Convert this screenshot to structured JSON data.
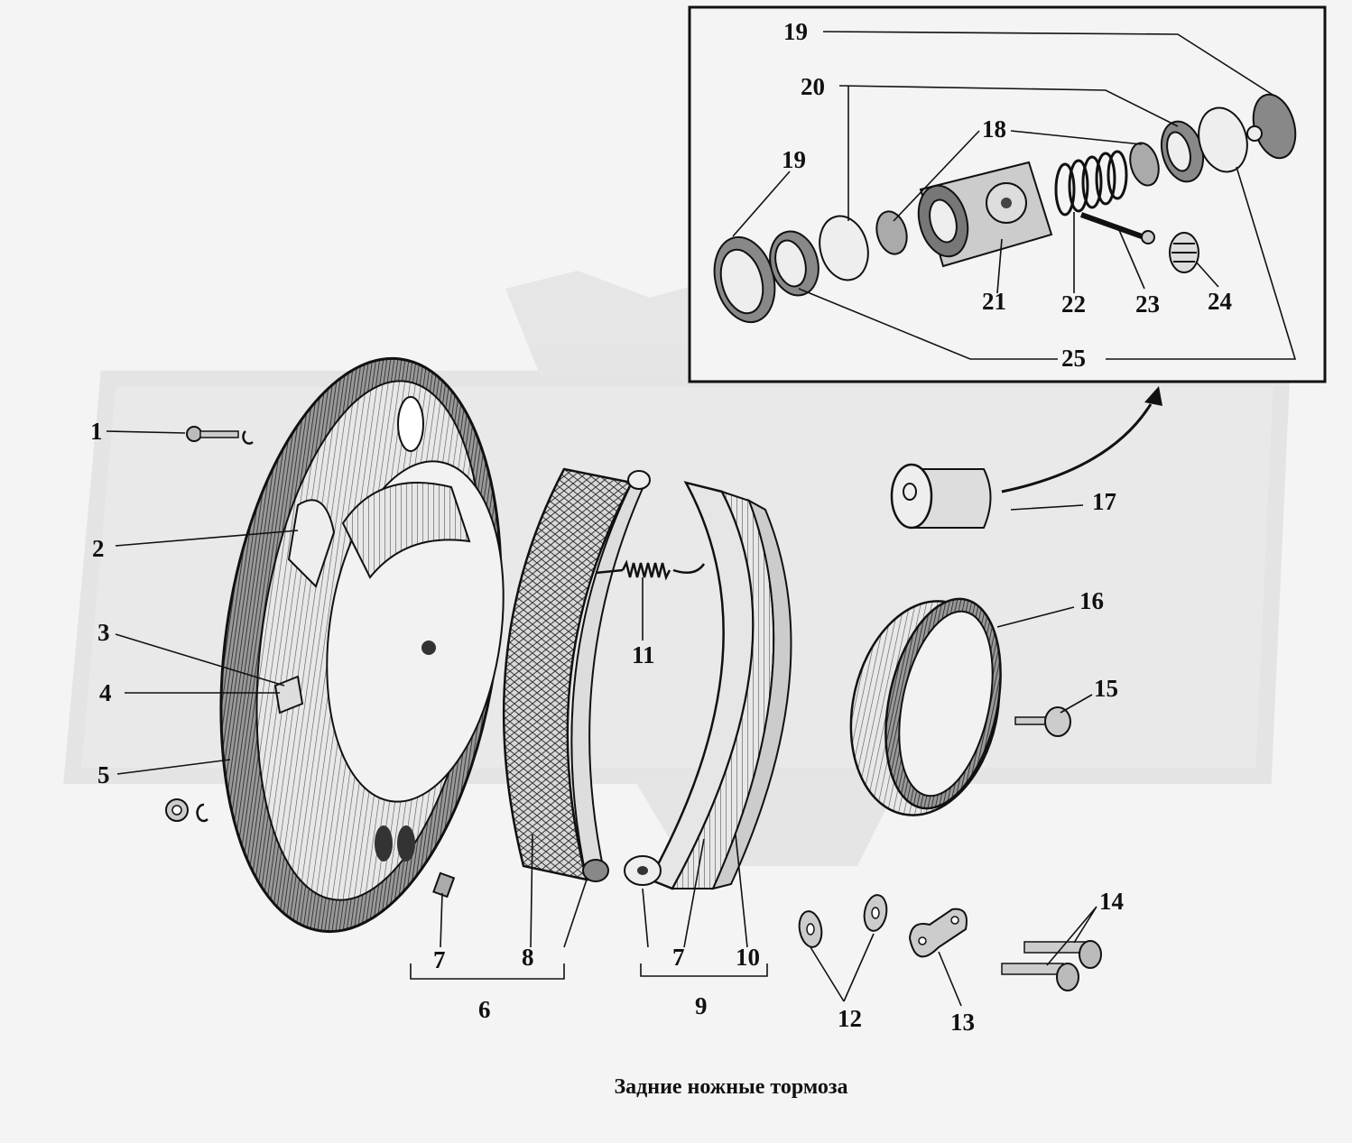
{
  "caption": "Задние ножные тормоза",
  "labels": {
    "l1": "1",
    "l2": "2",
    "l3": "3",
    "l4": "4",
    "l5": "5",
    "l6": "6",
    "l7a": "7",
    "l7b": "7",
    "l8": "8",
    "l9": "9",
    "l10": "10",
    "l11": "11",
    "l12": "12",
    "l13": "13",
    "l14": "14",
    "l15": "15",
    "l16": "16",
    "l17": "17",
    "l18": "18",
    "l19a": "19",
    "l19b": "19",
    "l20": "20",
    "l21": "21",
    "l22": "22",
    "l23": "23",
    "l24": "24",
    "l25": "25"
  }
}
